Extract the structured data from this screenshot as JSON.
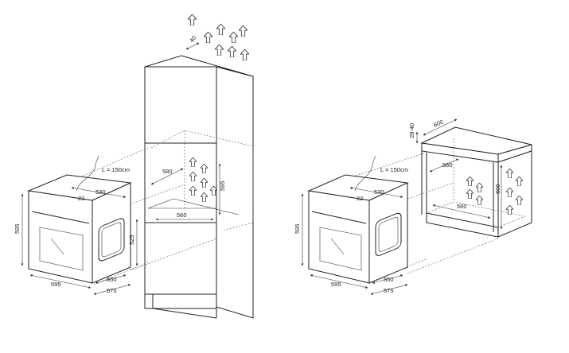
{
  "tall_cabinet_install": {
    "oven": {
      "height_label": "595",
      "width_label": "595",
      "depth_top_label": "530",
      "depth_side_label": "525",
      "depth_bottom_label": "550",
      "depth_total_label": "575",
      "cable_label": "L = 150cm",
      "small_label": "22"
    },
    "cabinet": {
      "vent_label": "40",
      "niche_depth_label": "580",
      "niche_width_label": "560",
      "niche_height_label": "595"
    }
  },
  "undercounter_install": {
    "oven": {
      "height_label": "595",
      "width_label": "595",
      "depth_top_label": "530",
      "depth_bottom_label": "550",
      "depth_total_label": "575",
      "cable_label": "L = 150cm",
      "small_label": "22"
    },
    "cabinet": {
      "gap_label": "28-40",
      "counter_width_label": "600",
      "niche_depth_label": "560",
      "niche_width_label": "560",
      "niche_height_label": "600"
    }
  },
  "icons": {
    "airflow": "up-arrow-outline"
  }
}
